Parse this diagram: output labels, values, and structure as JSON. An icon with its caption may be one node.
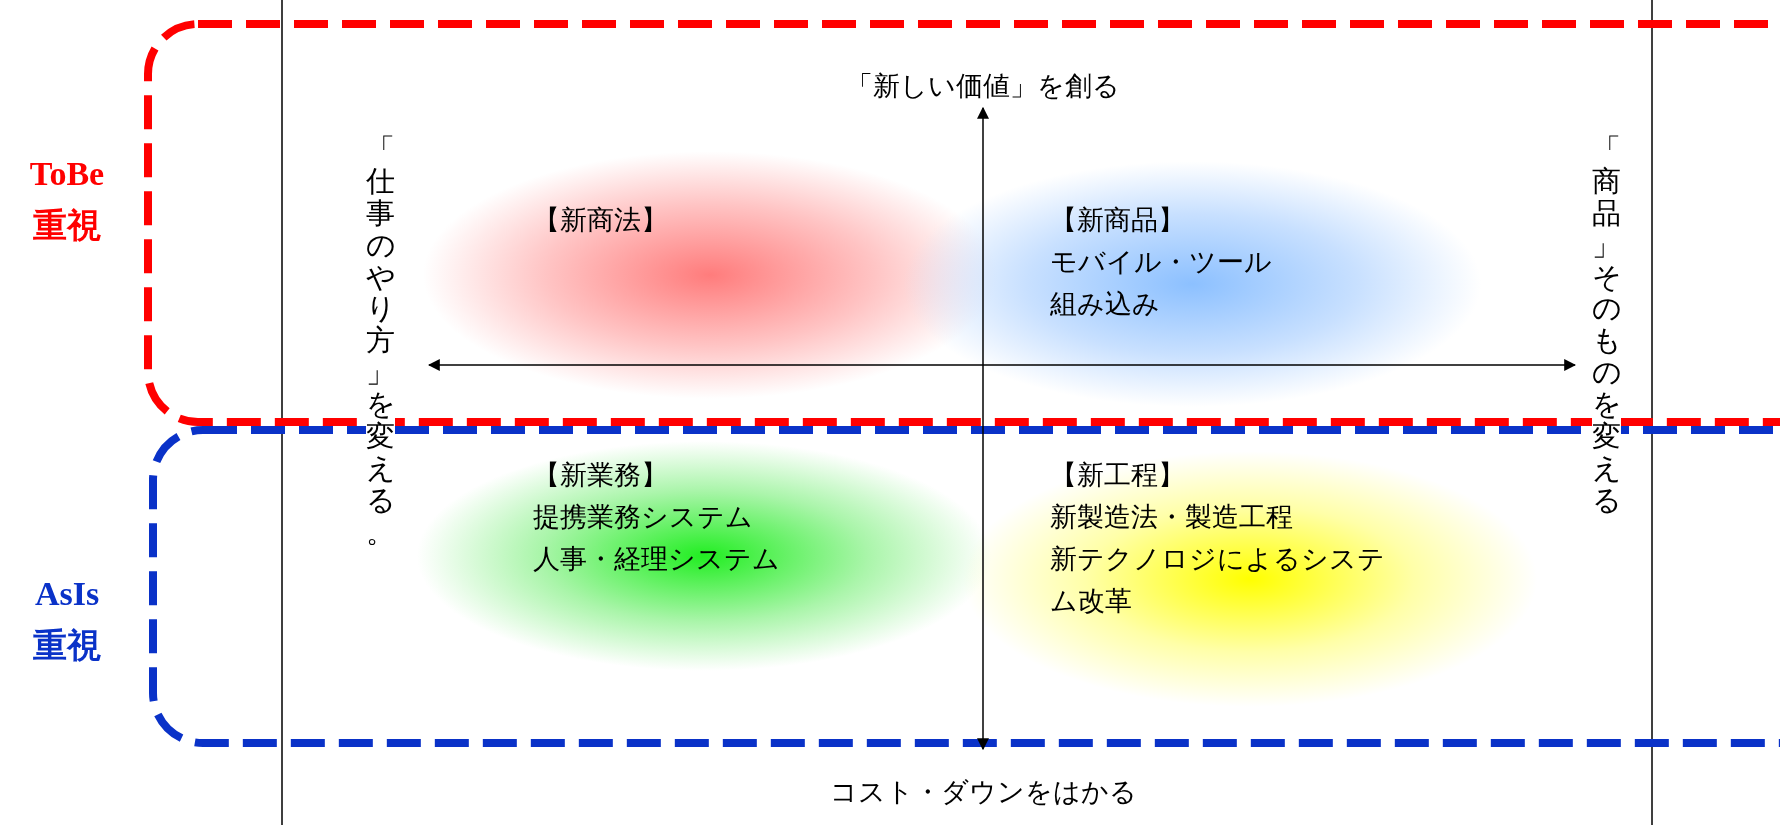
{
  "diagram": {
    "nodes": [
      {
        "text": [
          "ToBe 重視"
        ]
      },
      {
        "text": [
          "AsIs 重視"
        ]
      },
      {
        "text": [
          "【新商法】"
        ],
        "in": 0
      },
      {
        "text": [
          "【新商品】",
          "モバイル・ツール",
          "組み込み"
        ],
        "in": 0
      },
      {
        "text": [
          "【新業務】",
          "提携業務システム",
          "人事・経理システム"
        ],
        "in": 1
      },
      {
        "text": [
          "【新工程】",
          "新製造法・製造工程",
          "新テクノロジによるシステム改革"
        ],
        "in": 1
      }
    ],
    "labels": [
      "「新しい価値」を創る",
      "コスト・ダウンをはかる",
      "「仕事のやり方」を変える。",
      "「商品」そのものを変える"
    ]
  }
}
